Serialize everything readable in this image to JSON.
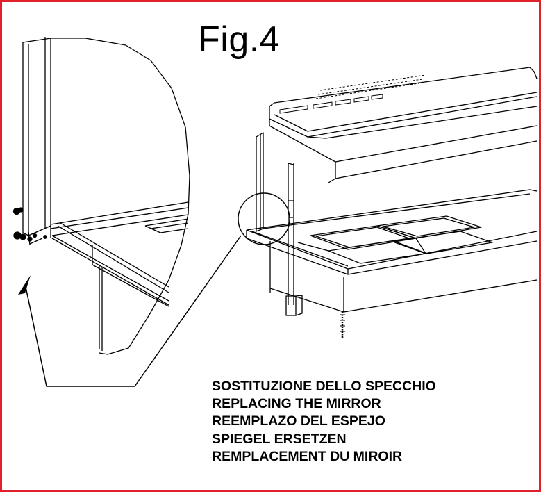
{
  "figure": {
    "title": "Fig.4",
    "border_color": "#e0202a",
    "captions": [
      "SOSTITUZIONE DELLO SPECCHIO",
      "REPLACING THE MIRROR",
      "REEMPLAZO DEL ESPEJO",
      "SPIEGEL ERSETZEN",
      "REMPLACEMENT DU MIROIR"
    ]
  }
}
